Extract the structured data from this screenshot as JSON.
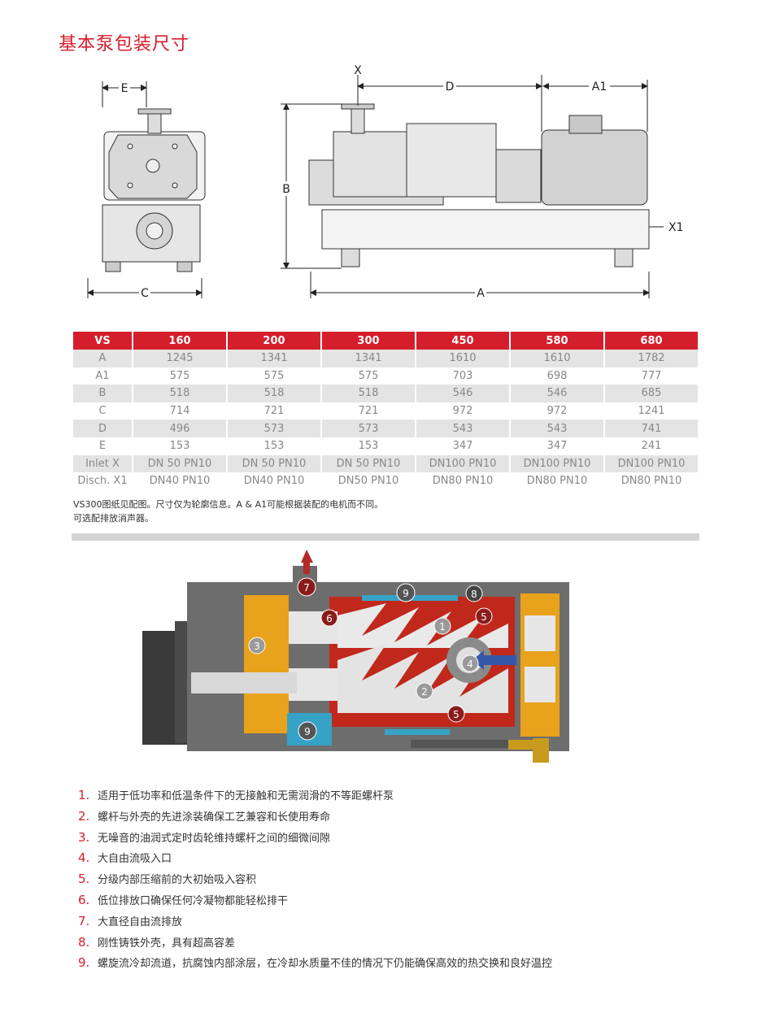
{
  "title": "基本泵包装尺寸",
  "drawing": {
    "labels": {
      "x": "X",
      "d": "D",
      "a1": "A1",
      "e": "E",
      "b": "B",
      "x1": "X1",
      "c": "C",
      "a": "A"
    }
  },
  "table": {
    "headers": [
      "VS",
      "160",
      "200",
      "300",
      "450",
      "580",
      "680"
    ],
    "rows": [
      [
        "A",
        "1245",
        "1341",
        "1341",
        "1610",
        "1610",
        "1782"
      ],
      [
        "A1",
        "575",
        "575",
        "575",
        "703",
        "698",
        "777"
      ],
      [
        "B",
        "518",
        "518",
        "518",
        "546",
        "546",
        "685"
      ],
      [
        "C",
        "714",
        "721",
        "721",
        "972",
        "972",
        "1241"
      ],
      [
        "D",
        "496",
        "573",
        "573",
        "543",
        "543",
        "741"
      ],
      [
        "E",
        "153",
        "153",
        "153",
        "347",
        "347",
        "241"
      ],
      [
        "Inlet X",
        "DN 50 PN10",
        "DN 50 PN10",
        "DN 50 PN10",
        "DN100 PN10",
        "DN100 PN10",
        "DN100 PN10"
      ],
      [
        "Disch. X1",
        "DN40 PN10",
        "DN40 PN10",
        "DN50 PN10",
        "DN80 PN10",
        "DN80 PN10",
        "DN80 PN10"
      ]
    ]
  },
  "note": {
    "line1": "VS300图纸见配图。尺寸仅为轮廓信息。A & A1可能根据装配的电机而不同。",
    "line2": "可选配排放消声器。"
  },
  "cutaway": {
    "markers": [
      "1",
      "2",
      "3",
      "4",
      "5",
      "5",
      "6",
      "7",
      "8",
      "9",
      "9"
    ]
  },
  "features": [
    {
      "num": "1.",
      "text": "适用于低功率和低温条件下的无接触和无需润滑的不等距螺杆泵"
    },
    {
      "num": "2.",
      "text": "螺杆与外壳的先进涂装确保工艺兼容和长使用寿命"
    },
    {
      "num": "3.",
      "text": "无噪音的油润式定时齿轮维持螺杆之间的细微间隙"
    },
    {
      "num": "4.",
      "text": "大自由流吸入口"
    },
    {
      "num": "5.",
      "text": "分级内部压缩前的大初始吸入容积"
    },
    {
      "num": "6.",
      "text": "低位排放口确保任何冷凝物都能轻松排干"
    },
    {
      "num": "7.",
      "text": "大直径自由流排放"
    },
    {
      "num": "8.",
      "text": "刚性铸铁外壳，具有超高容差"
    },
    {
      "num": "9.",
      "text": "螺旋流冷却流道，抗腐蚀内部涂层，在冷却水质量不佳的情况下仍能确保高效的热交换和良好温控"
    }
  ],
  "colors": {
    "accent": "#d51e2c",
    "row_shade": "#e4e4e4",
    "divider": "#d4d4d4"
  }
}
